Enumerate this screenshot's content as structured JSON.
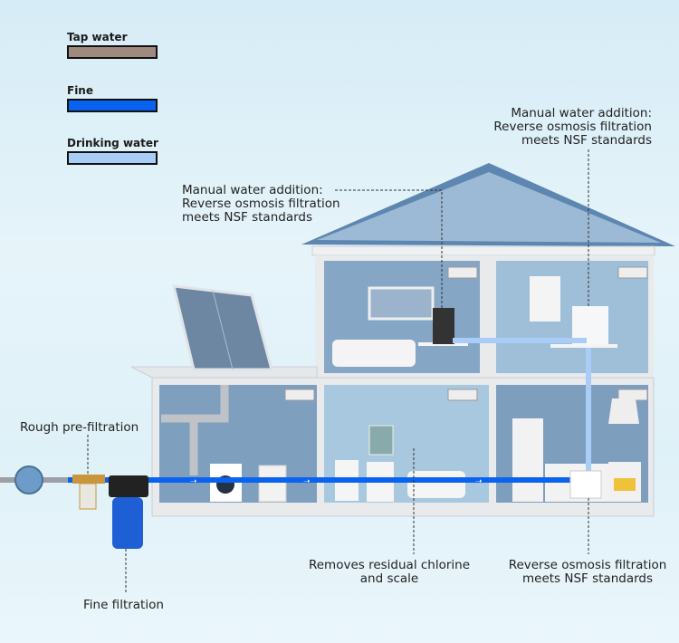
{
  "legend": {
    "items": [
      {
        "label": "Tap water",
        "color": "#a08a80"
      },
      {
        "label": "Fine",
        "color": "#0a62f0"
      },
      {
        "label": "Drinking water",
        "color": "#a9cdf7"
      }
    ]
  },
  "callouts": {
    "upper_left": {
      "line1": "Manual water addition:",
      "line2": "Reverse osmosis filtration",
      "line3": "meets NSF standards"
    },
    "upper_right": {
      "line1": "Manual water addition:",
      "line2": "Reverse osmosis filtration",
      "line3": "meets NSF standards"
    },
    "rough": "Rough pre-filtration",
    "fine": "Fine filtration",
    "chlorine": {
      "line1": "Removes residual chlorine",
      "line2": "and scale"
    },
    "ro_kitchen": {
      "line1": "Reverse osmosis filtration",
      "line2": "meets NSF standards"
    }
  }
}
